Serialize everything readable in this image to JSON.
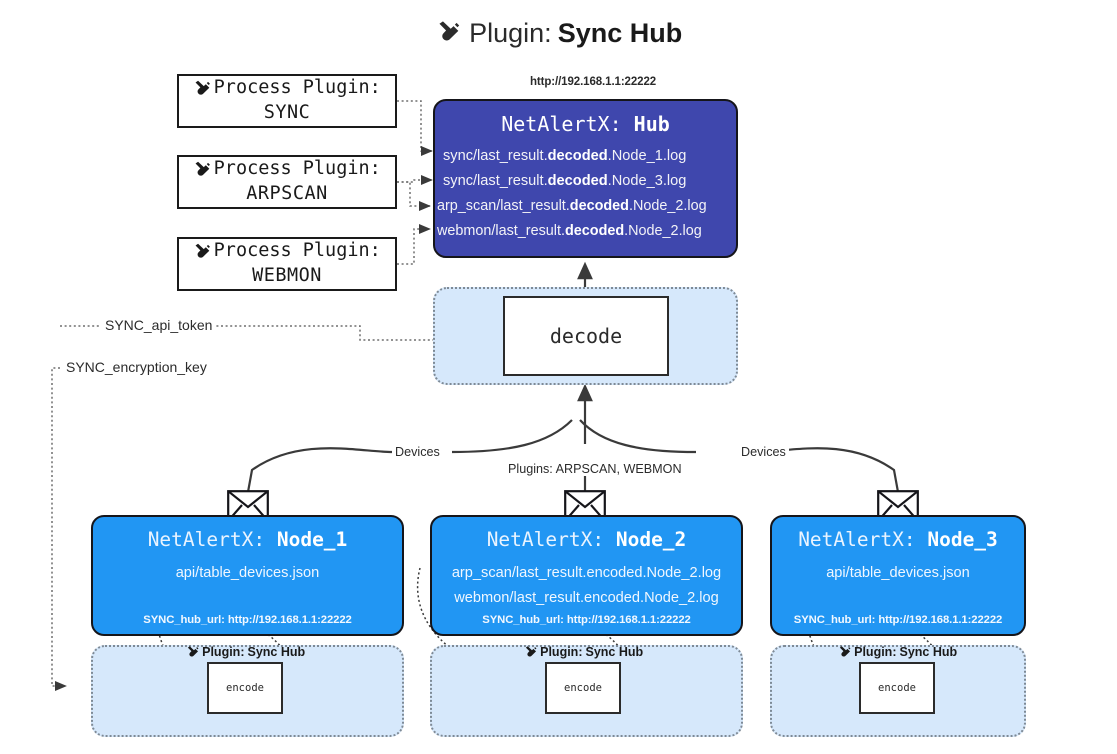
{
  "title": {
    "icon": "plug-icon",
    "prefix": "Plugin:",
    "name": "Sync Hub"
  },
  "process_plugins": [
    {
      "label": "Process Plugin:",
      "name": "SYNC"
    },
    {
      "label": "Process Plugin:",
      "name": "ARPSCAN"
    },
    {
      "label": "Process Plugin:",
      "name": "WEBMON"
    }
  ],
  "hub": {
    "url": "http://192.168.1.1:22222",
    "title_prefix": "NetAlertX:",
    "title_name": "Hub",
    "rows": [
      {
        "pre": "sync/last_result.",
        "mid": "decoded",
        "post": ".Node_1.log"
      },
      {
        "pre": "sync/last_result.",
        "mid": "decoded",
        "post": ".Node_3.log"
      },
      {
        "pre": "arp_scan/last_result.",
        "mid": "decoded",
        "post": ".Node_2.log"
      },
      {
        "pre": "webmon/last_result.",
        "mid": "decoded",
        "post": ".Node_2.log"
      }
    ]
  },
  "decode": {
    "label": "decode"
  },
  "tokens": {
    "api_token": "SYNC_api_token",
    "encryption_key": "SYNC_encryption_key"
  },
  "edges": {
    "devices_left": "Devices",
    "devices_right": "Devices",
    "plugins_center": "Plugins: ARPSCAN, WEBMON"
  },
  "nodes": [
    {
      "title_prefix": "NetAlertX:",
      "title_name": "Node_1",
      "lines": [
        "api/table_devices.json"
      ],
      "footer": "SYNC_hub_url: http://192.168.1.1:22222",
      "plugin_caption_prefix": "Plugin:",
      "plugin_caption_name": "Sync Hub",
      "encode_label": "encode"
    },
    {
      "title_prefix": "NetAlertX:",
      "title_name": "Node_2",
      "lines": [
        "arp_scan/last_result.encoded.Node_2.log",
        "webmon/last_result.encoded.Node_2.log"
      ],
      "footer": "SYNC_hub_url: http://192.168.1.1:22222",
      "plugin_caption_prefix": "Plugin:",
      "plugin_caption_name": "Sync Hub",
      "encode_label": "encode"
    },
    {
      "title_prefix": "NetAlertX:",
      "title_name": "Node_3",
      "lines": [
        "api/table_devices.json"
      ],
      "footer": "SYNC_hub_url: http://192.168.1.1:22222",
      "plugin_caption_prefix": "Plugin:",
      "plugin_caption_name": "Sync Hub",
      "encode_label": "encode"
    }
  ],
  "colors": {
    "hub_fill": "#3f47ad",
    "node_fill": "#2196f3",
    "container_fill": "#d6e8fb",
    "stroke": "#15151a",
    "dotted": "#7e8a96"
  }
}
